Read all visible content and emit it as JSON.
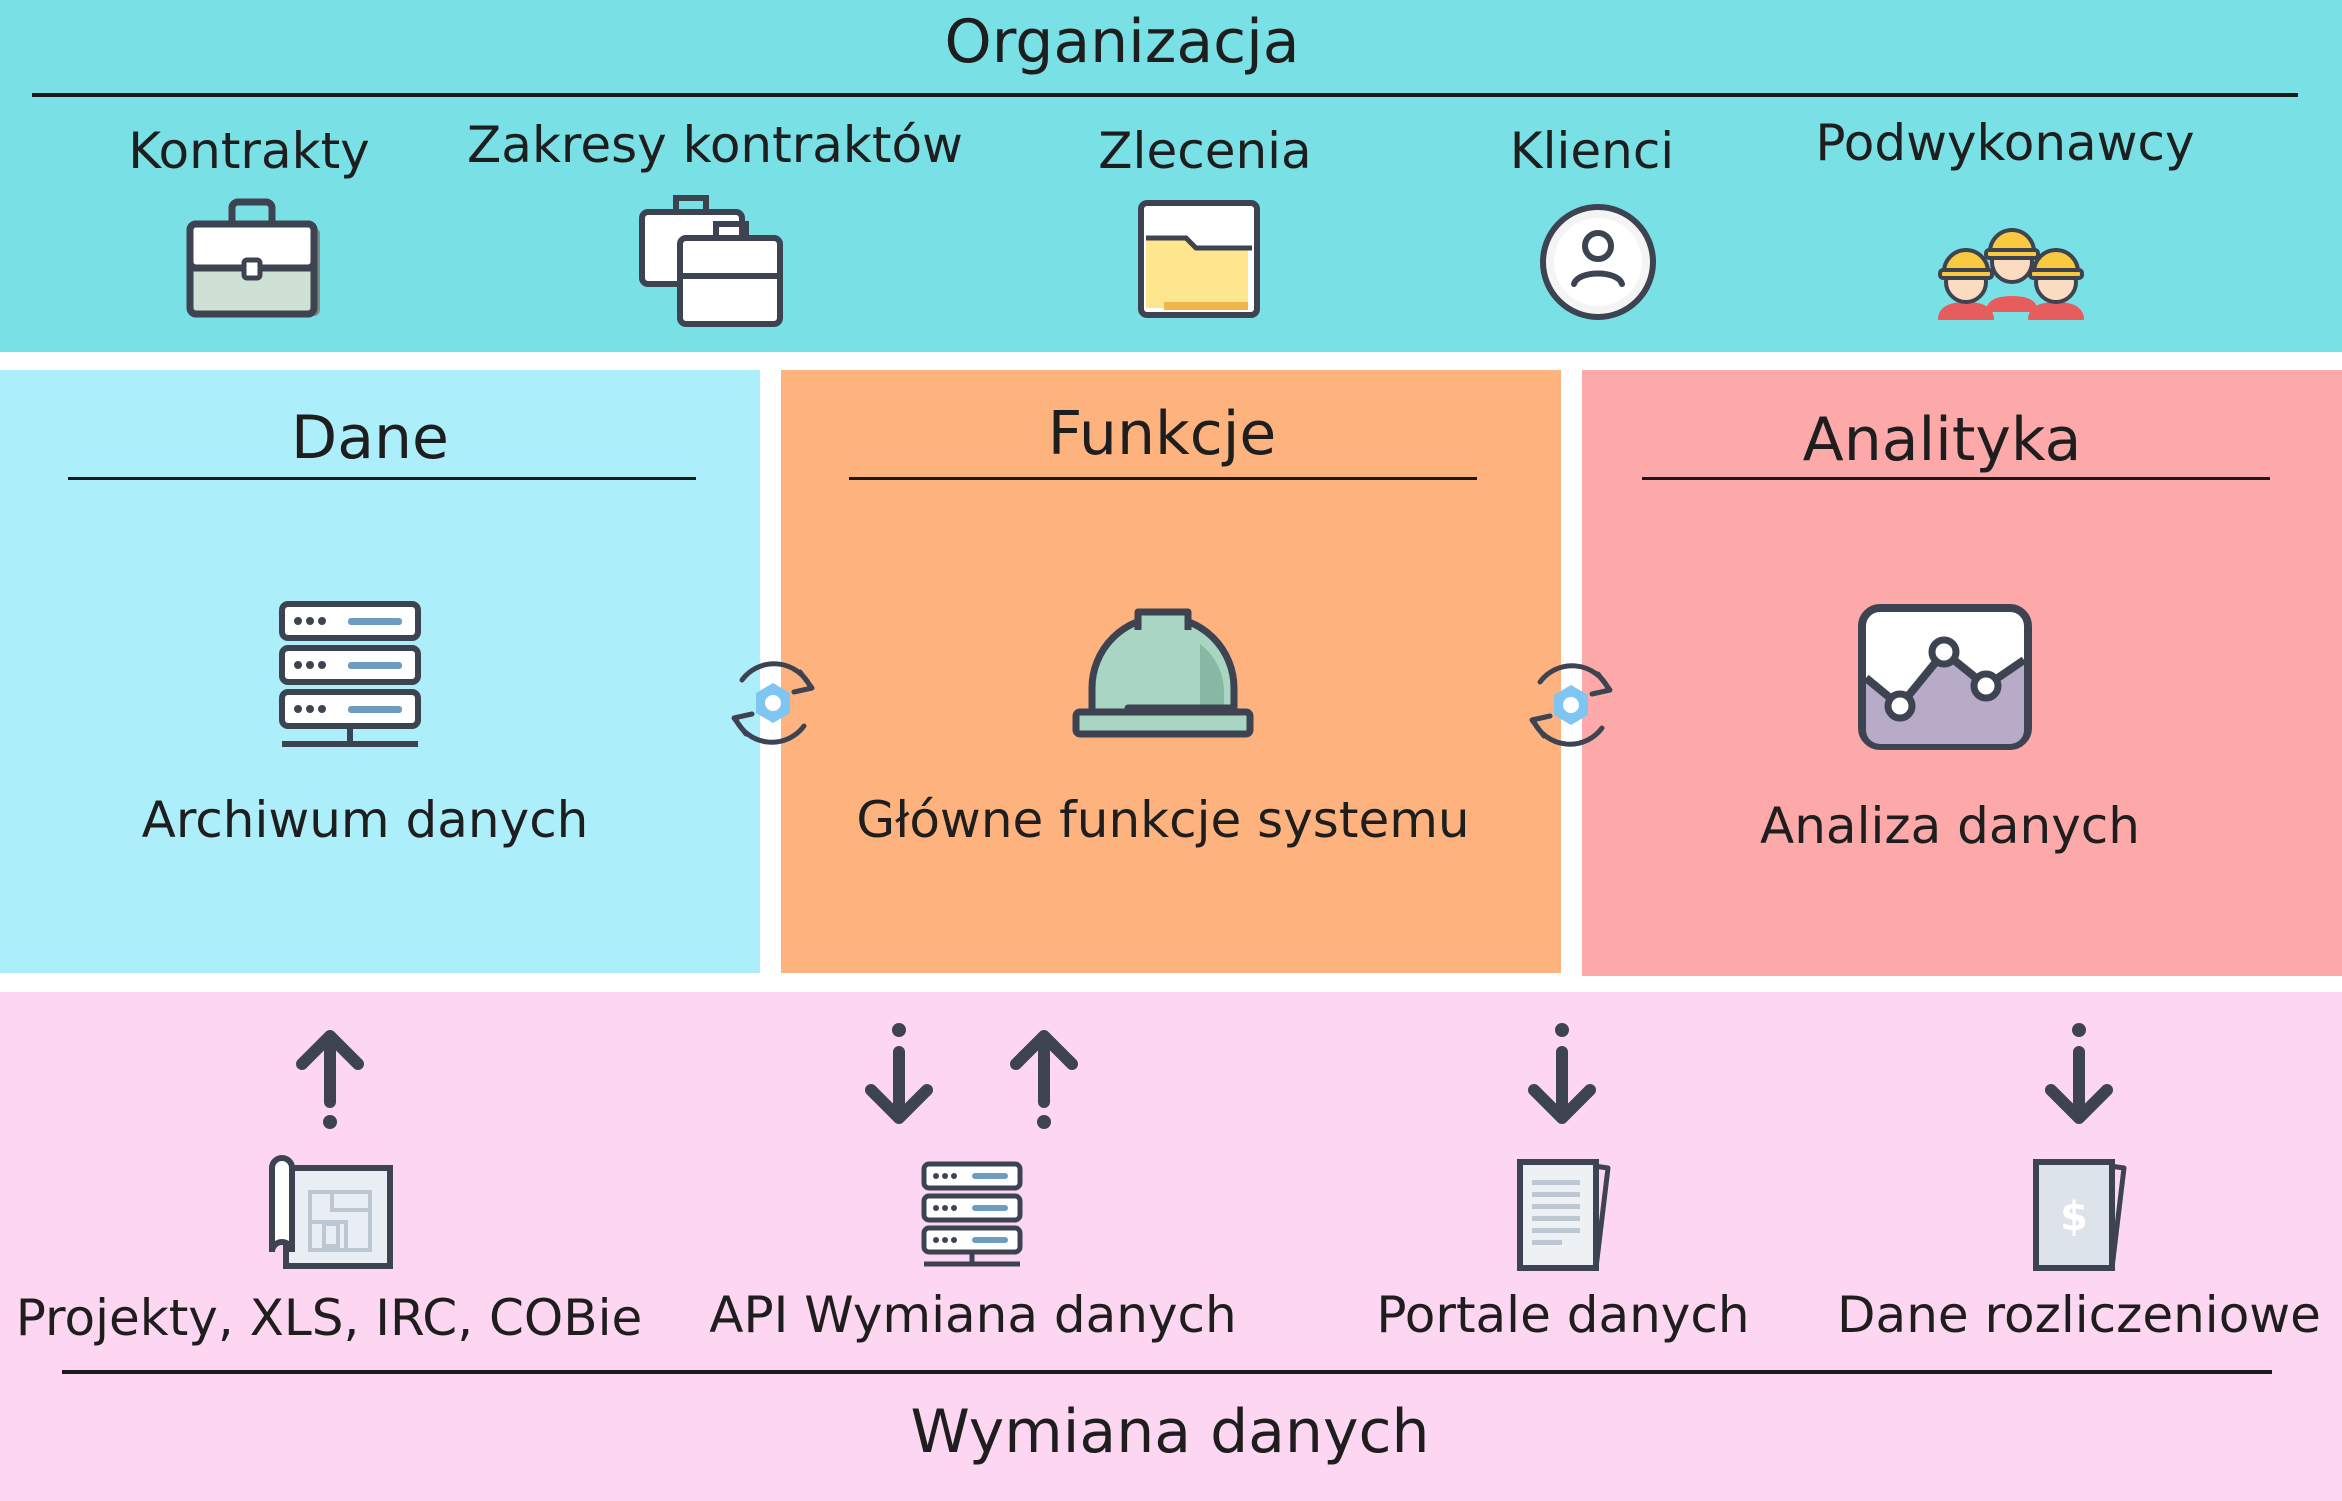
{
  "organizacja": {
    "title": "Organizacja",
    "items": [
      {
        "label": "Kontrakty",
        "icon": "briefcase-icon"
      },
      {
        "label": "Zakresy kontraktów",
        "icon": "briefcases-icon"
      },
      {
        "label": "Zlecenia",
        "icon": "folder-icon"
      },
      {
        "label": "Klienci",
        "icon": "user-icon"
      },
      {
        "label": "Podwykonawcy",
        "icon": "workers-icon"
      }
    ]
  },
  "dane": {
    "title": "Dane",
    "label": "Archiwum danych",
    "icon": "server-icon"
  },
  "funkcje": {
    "title": "Funkcje",
    "label": "Główne funkcje systemu",
    "icon": "hardhat-icon"
  },
  "analityka": {
    "title": "Analityka",
    "label": "Analiza danych",
    "icon": "chart-icon"
  },
  "sync_icon": "sync-icon",
  "wymiana": {
    "title": "Wymiana danych",
    "items": [
      {
        "label": "Projekty, XLS, IRC, COBie",
        "icon": "blueprint-icon",
        "arrows": [
          "up"
        ]
      },
      {
        "label": "API Wymiana danych",
        "icon": "server-icon",
        "arrows": [
          "down",
          "up"
        ]
      },
      {
        "label": "Portale danych",
        "icon": "documents-icon",
        "arrows": [
          "down"
        ]
      },
      {
        "label": "Dane rozliczeniowe",
        "icon": "invoice-icon",
        "arrows": [
          "down"
        ]
      }
    ]
  },
  "colors": {
    "organizacja_bg": "#79e0e5",
    "dane_bg": "#adeefb",
    "funkcje_bg": "#feb37f",
    "analityka_bg": "#fea9a9",
    "wymiana_bg": "#fdd6f2",
    "icon_dark": "#3d4350"
  }
}
